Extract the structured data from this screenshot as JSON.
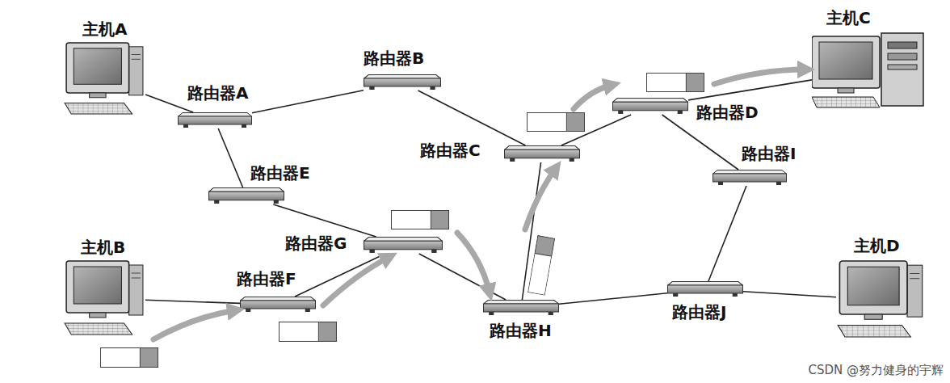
{
  "diagram": {
    "nodes": [
      {
        "text": [
          "主机A"
        ]
      },
      {
        "text": [
          "路由器A"
        ]
      },
      {
        "text": [
          "路由器B"
        ]
      },
      {
        "text": [
          "主机C"
        ]
      },
      {
        "text": [
          "路由器D"
        ]
      },
      {
        "text": [
          "路由器C"
        ]
      },
      {
        "text": [
          "路由器E"
        ]
      },
      {
        "text": [
          "路由器I"
        ]
      },
      {
        "text": [
          "路由器G"
        ]
      },
      {
        "text": [
          "主机B"
        ]
      },
      {
        "text": [
          "路由器F"
        ]
      },
      {
        "text": [
          "主机D"
        ]
      },
      {
        "text": [
          "路由器J"
        ]
      },
      {
        "text": [
          "路由器H"
        ]
      }
    ],
    "edges": [
      {
        "from": 0,
        "to": 1,
        "arrow": "none"
      },
      {
        "from": 1,
        "to": 2,
        "arrow": "none"
      },
      {
        "from": 1,
        "to": 6,
        "arrow": "none"
      },
      {
        "from": 2,
        "to": 5,
        "arrow": "none"
      },
      {
        "from": 6,
        "to": 8,
        "arrow": "none"
      },
      {
        "from": 9,
        "to": 10,
        "arrow": "none"
      },
      {
        "from": 10,
        "to": 8,
        "arrow": "none"
      },
      {
        "from": 8,
        "to": 13,
        "arrow": "none"
      },
      {
        "from": 13,
        "to": 5,
        "arrow": "none"
      },
      {
        "from": 5,
        "to": 4,
        "arrow": "none"
      },
      {
        "from": 4,
        "to": 3,
        "arrow": "none"
      },
      {
        "from": 4,
        "to": 7,
        "arrow": "none"
      },
      {
        "from": 7,
        "to": 12,
        "arrow": "none"
      },
      {
        "from": 13,
        "to": 12,
        "arrow": "none"
      },
      {
        "from": 12,
        "to": 11,
        "arrow": "none"
      }
    ],
    "labels": [
      "CSDN @努力健身的宇辉"
    ]
  }
}
